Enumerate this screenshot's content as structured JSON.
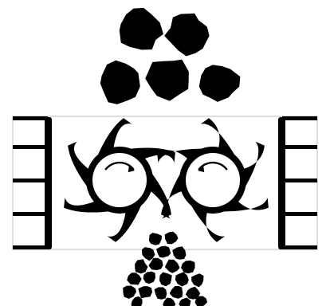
{
  "diagram": {
    "ink_color": "#000000",
    "background_color": "#ffffff",
    "chamber_border_color": "#c8c8c8",
    "rotor_count": 2,
    "rotor_blade_count": 6,
    "rotor_left_direction": "clockwise",
    "rotor_right_direction": "counter-clockwise",
    "large_rock_count": 5,
    "small_rock_count": 23,
    "wall_rib_count_per_side": 4,
    "icons": {
      "rotor": "rotor-icon",
      "direction_arrow": "rotation-arrow-icon",
      "rock": "rock-icon",
      "wall": "comb-wall-icon"
    }
  }
}
